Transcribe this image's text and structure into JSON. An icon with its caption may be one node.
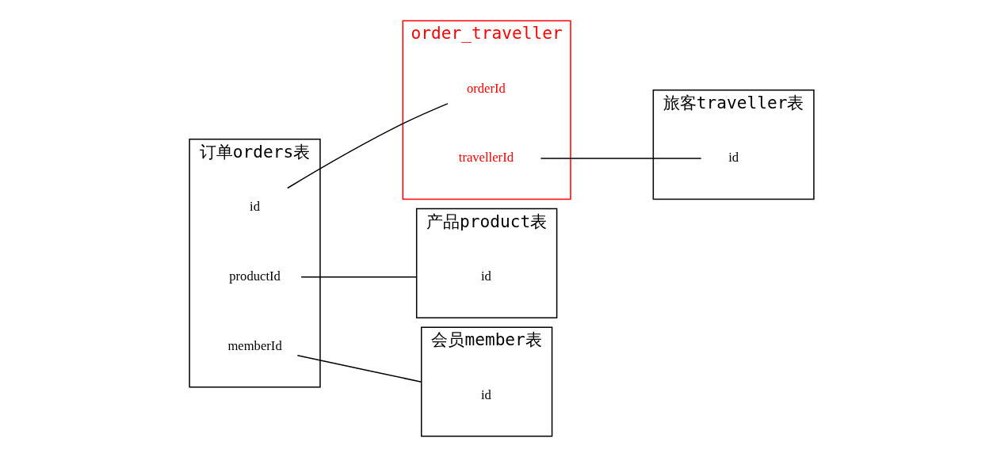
{
  "diagram": {
    "nodes": [
      {
        "text": [
          "订单orders表"
        ]
      },
      {
        "text": [
          "id"
        ],
        "in": 0
      },
      {
        "text": [
          "productId"
        ],
        "in": 0
      },
      {
        "text": [
          "memberId"
        ],
        "in": 0
      },
      {
        "text": [
          "order_traveller"
        ]
      },
      {
        "text": [
          "orderId"
        ],
        "in": 4
      },
      {
        "text": [
          "travellerId"
        ],
        "in": 4
      },
      {
        "text": [
          "旅客traveller表"
        ]
      },
      {
        "text": [
          "id"
        ],
        "in": 7
      },
      {
        "text": [
          "产品product表"
        ]
      },
      {
        "text": [
          "id"
        ],
        "in": 9
      },
      {
        "text": [
          "会员member表"
        ]
      },
      {
        "text": [
          "id"
        ],
        "in": 11
      }
    ],
    "edges": [
      {
        "from": 1,
        "to": 5,
        "arrow": "none"
      },
      {
        "from": 6,
        "to": 8,
        "arrow": "none"
      },
      {
        "from": 2,
        "to": 9,
        "arrow": "none"
      },
      {
        "from": 3,
        "to": 11,
        "arrow": "none"
      }
    ]
  }
}
